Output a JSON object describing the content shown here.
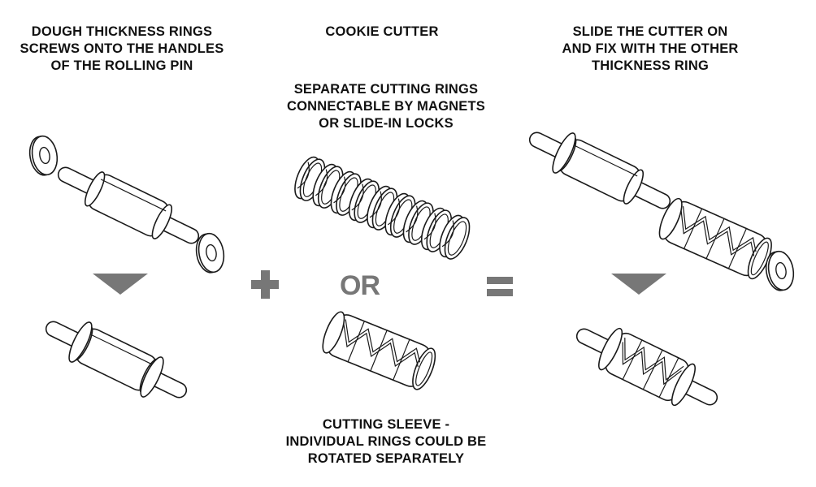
{
  "captions": {
    "dough_rings": [
      "DOUGH THICKNESS RINGS",
      "SCREWS ONTO THE HANDLES",
      "OF THE ROLLING PIN"
    ],
    "cookie_cutter": [
      "COOKIE CUTTER"
    ],
    "slide_cutter": [
      "SLIDE THE CUTTER ON",
      "AND FIX WITH THE OTHER",
      "THICKNESS RING"
    ],
    "separate_rings": [
      "SEPARATE CUTTING RINGS",
      "CONNECTABLE  BY MAGNETS",
      "OR SLIDE-IN LOCKS"
    ],
    "cutting_sleeve": [
      "CUTTING SLEEVE -",
      "INDIVIDUAL RINGS COULD BE",
      "ROTATED SEPARATELY"
    ]
  },
  "operators": {
    "or": "OR"
  },
  "colors": {
    "operator": "#777777",
    "ink": "#1a1a1a"
  }
}
